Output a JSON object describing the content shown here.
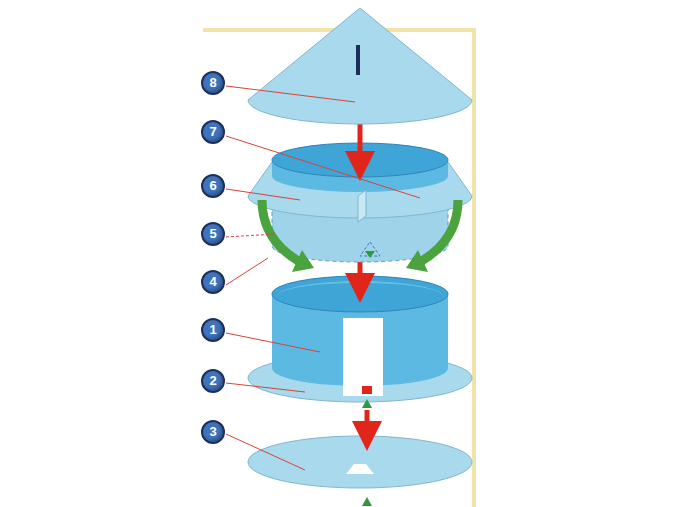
{
  "diagram": {
    "labels": [
      "8",
      "7",
      "6",
      "5",
      "4",
      "1",
      "2",
      "3"
    ]
  }
}
